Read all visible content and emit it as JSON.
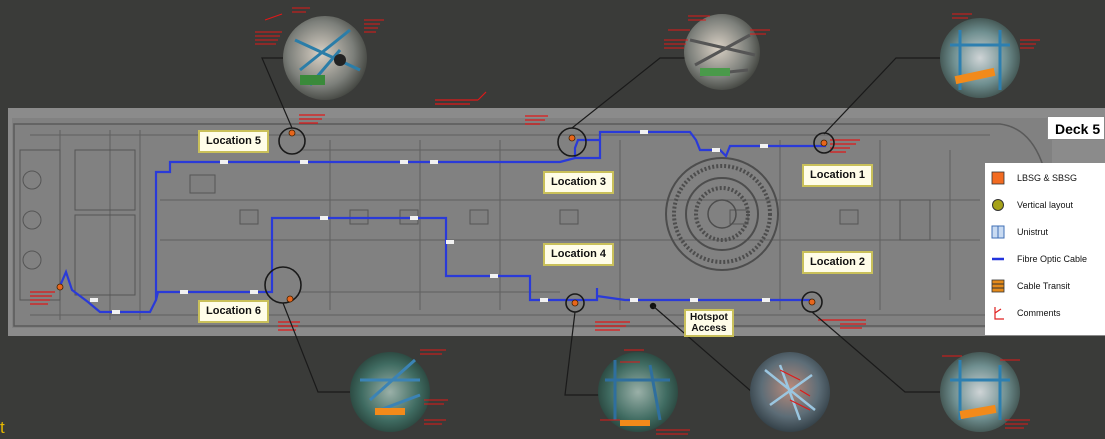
{
  "deck_label": "Deck 5",
  "locations": [
    {
      "label": "Location 5"
    },
    {
      "label": "Location 3"
    },
    {
      "label": "Location 1"
    },
    {
      "label": "Location 4"
    },
    {
      "label": "Location 2"
    },
    {
      "label": "Location 6"
    }
  ],
  "hotspot": {
    "line1": "Hotspot",
    "line2": "Access"
  },
  "legend": {
    "items": [
      {
        "label": "LBSG & SBSG",
        "icon": "orange-square-icon",
        "color": "#f26b21"
      },
      {
        "label": "Vertical layout",
        "icon": "olive-circle-icon",
        "color": "#a6a219"
      },
      {
        "label": "Unistrut",
        "icon": "unistrut-icon",
        "color": "#3f6fb5"
      },
      {
        "label": "Fibre Optic Cable",
        "icon": "blue-line-icon",
        "color": "#2233dd"
      },
      {
        "label": "Cable Transit",
        "icon": "cable-transit-icon",
        "color": "#e48a1a"
      },
      {
        "label": "Comments",
        "icon": "comment-mark-icon",
        "color": "#e02020"
      }
    ]
  },
  "corner_text": "t",
  "colors": {
    "background": "#3a3b39",
    "plan": "#8c8c8c",
    "cable": "#2a3ad8",
    "callout_line": "#1a1a1a",
    "annotation": "#e01818"
  }
}
